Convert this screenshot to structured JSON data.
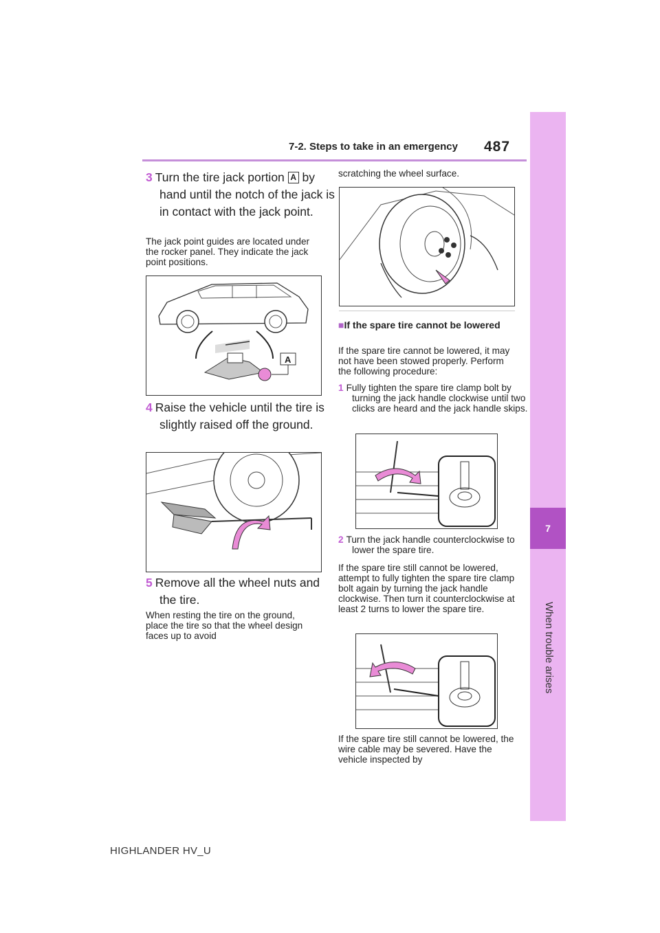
{
  "header": {
    "section": "7-2. Steps to take in an emergency",
    "page_number": "487"
  },
  "side_tab": {
    "chapter_number": "7",
    "chapter_title": "When trouble arises"
  },
  "left": {
    "step3": {
      "num": "3",
      "text_a": "Turn the tire jack portion ",
      "label": "A",
      "text_b": "by hand until the notch of the jack is in contact with the jack point."
    },
    "note3": "The jack point guides are located under the rocker panel. They indicate the jack point positions.",
    "fig1_label": "A",
    "step4": {
      "num": "4",
      "text": "Raise the vehicle until the tire is slightly raised off the ground."
    },
    "step5": {
      "num": "5",
      "text": "Remove all the wheel nuts and the tire."
    },
    "note5": "When resting the tire on the ground, place the tire so that the wheel design faces up to avoid"
  },
  "right": {
    "cont": "scratching the wheel surface.",
    "section_title": "If the spare tire cannot be lowered",
    "intro": "If the spare tire cannot be lowered, it may not have been stowed properly. Perform the following procedure:",
    "step1": {
      "num": "1",
      "text": "Fully tighten the spare tire clamp bolt by turning the jack handle clockwise until two clicks are heard and the jack handle skips."
    },
    "step2": {
      "num": "2",
      "text": "Turn the jack handle counterclockwise to lower the spare tire."
    },
    "para1": "If the spare tire still cannot be lowered, attempt to fully tighten the spare tire clamp bolt again by turning the jack handle clockwise. Then turn it counterclockwise at least 2 turns to lower the spare tire.",
    "para2": "If the spare tire still cannot be lowered, the wire cable may be severed. Have the vehicle inspected by"
  },
  "footer": {
    "model": "HIGHLANDER HV_U"
  },
  "colors": {
    "accent": "#c15bd3",
    "tab_light": "#ebb4f1",
    "tab_dark": "#b152c4",
    "arrow": "#e98bd6"
  }
}
